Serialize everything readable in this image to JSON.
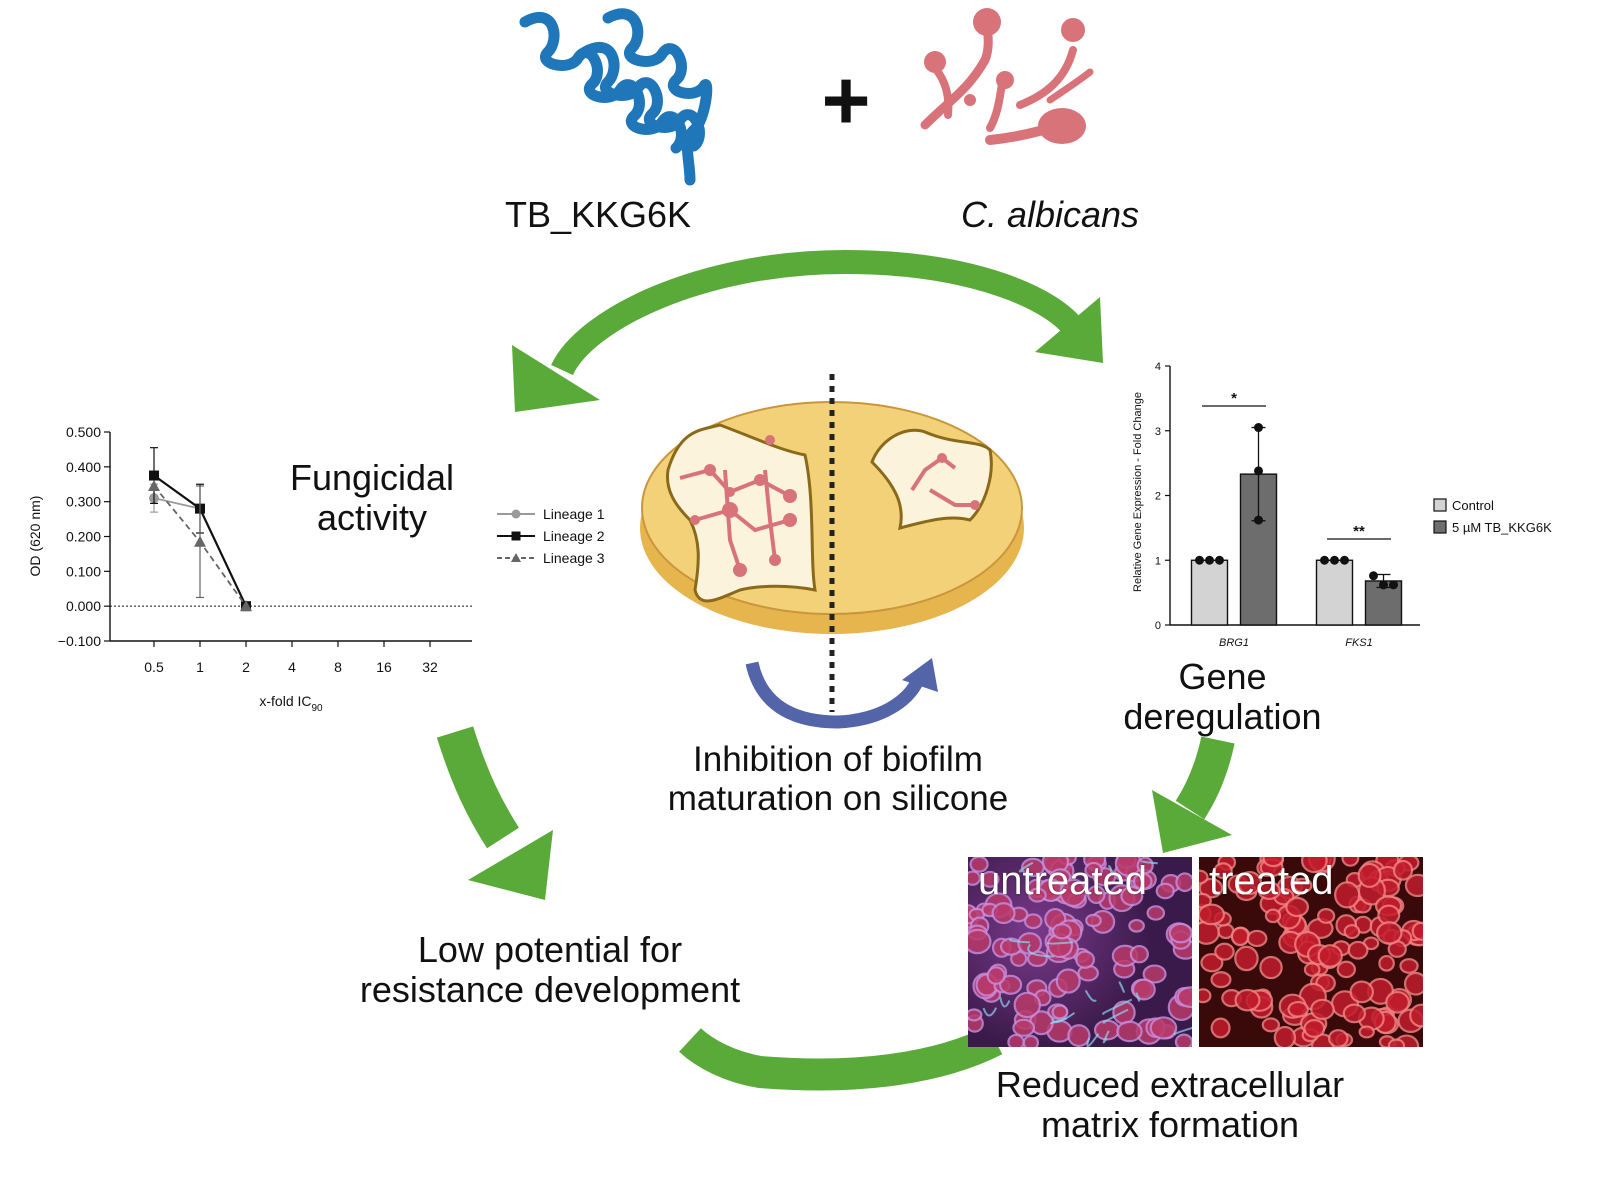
{
  "labels": {
    "peptide": "TB_KKG6K",
    "plus": "+",
    "organism": "C. albicans",
    "fungicidal": "Fungicidal\nactivity",
    "biofilm": "Inhibition of  biofilm\nmaturation on silicone",
    "gene": "Gene\nderegulation",
    "resistance": "Low potential for\nresistance development",
    "ecm": "Reduced extracellular\nmatrix formation",
    "untreated": "untreated",
    "treated": "treated"
  },
  "colors": {
    "arrow_green": "#5aaa3a",
    "helix_blue": "#1f76b8",
    "fungus_pink": "#d9737a",
    "disk_top": "#f3d178",
    "disk_side": "#e7b54e",
    "biofilm_fill": "#fbf3dc",
    "rotation_arrow": "#5464a8",
    "bar_control": "#d3d3d3",
    "bar_treated": "#6d6d6d"
  },
  "icons": {
    "peptide": "alpha-helix-icon",
    "organism": "candida-hyphae-icon",
    "disk": "silicone-disk-icon",
    "rotation": "rotation-arrow-icon"
  },
  "chart_data": [
    {
      "type": "line",
      "ylabel": "OD (620 nm)",
      "xlabel_main": "x-fold IC",
      "xlabel_sub": "90",
      "x": [
        "0.5",
        "1",
        "2",
        "4",
        "8",
        "16",
        "32"
      ],
      "ylim": [
        -0.1,
        0.5
      ],
      "yticks": [
        "0.500",
        "0.400",
        "0.300",
        "0.200",
        "0.100",
        "0.000",
        "−0.100"
      ],
      "yticks_values": [
        0.5,
        0.4,
        0.3,
        0.2,
        0.1,
        0.0,
        -0.1
      ],
      "reference_line": 0.0,
      "legend_position": "right",
      "series": [
        {
          "name": "Lineage 1",
          "values": [
            0.31,
            0.28,
            0.0
          ],
          "errors": [
            0.04,
            0.0,
            0.0
          ],
          "color": "#9a9a9a",
          "marker": "circle",
          "dash": false
        },
        {
          "name": "Lineage 2",
          "values": [
            0.375,
            0.28,
            0.0
          ],
          "errors": [
            0.08,
            0.07,
            0.0
          ],
          "color": "#111111",
          "marker": "square",
          "dash": false
        },
        {
          "name": "Lineage 3",
          "values": [
            0.345,
            0.185,
            0.0
          ],
          "errors": [
            0.0,
            0.16,
            0.0
          ],
          "color": "#666666",
          "marker": "triangle",
          "dash": true
        }
      ]
    },
    {
      "type": "bar",
      "ylabel": "Relative Gene Expression - Fold Change",
      "categories": [
        "BRG1",
        "FKS1"
      ],
      "ylim": [
        0,
        4
      ],
      "yticks": [
        "0",
        "1",
        "2",
        "3",
        "4"
      ],
      "legend_position": "right",
      "series": [
        {
          "name": "Control",
          "values": [
            1.0,
            1.0
          ],
          "points": [
            [
              1,
              1,
              1
            ],
            [
              1,
              1,
              1
            ]
          ]
        },
        {
          "name": "5 µM TB_KKG6K",
          "values": [
            2.33,
            0.68
          ],
          "points": [
            [
              3.05,
              2.38,
              1.62
            ],
            [
              0.76,
              0.62,
              0.62
            ]
          ],
          "errors": [
            0.72,
            0.1
          ]
        }
      ],
      "significance": [
        "*",
        "**"
      ]
    }
  ]
}
